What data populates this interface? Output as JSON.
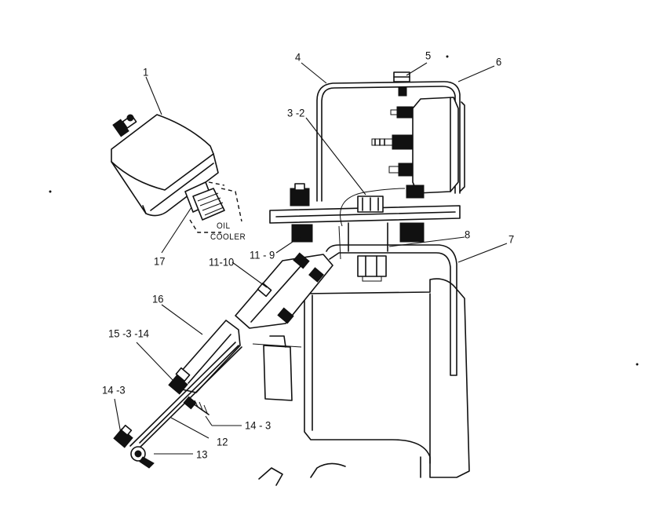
{
  "callouts": {
    "c1": "1",
    "c4": "4",
    "c5": "5",
    "c6": "6",
    "c3_2": "3 -2",
    "c17": "17",
    "c11_9": "11 - 9",
    "c11_10": "11-10",
    "c8": "8",
    "c7": "7",
    "c16": "16",
    "c15_3_14": "15 -3 -14",
    "c14_3_left": "14 -3",
    "c14_3_right": "14 - 3",
    "c12": "12",
    "c13": "13"
  },
  "annotations": {
    "oil": "OIL",
    "cooler": "COOLER"
  }
}
